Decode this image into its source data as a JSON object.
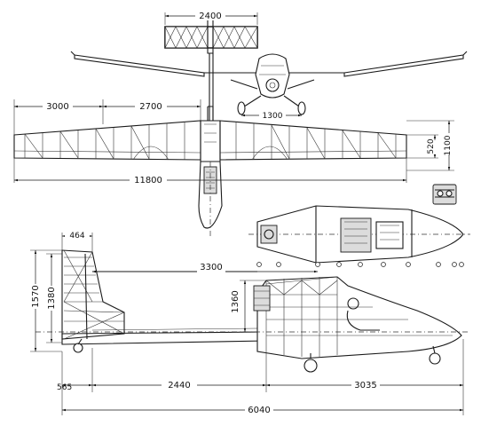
{
  "dimensions": {
    "tail_span": "2400",
    "wing_inner_left": "3000",
    "wing_inner_right": "2700",
    "wheel_track": "1300",
    "wing_chord_a": "520",
    "wing_chord_b": "1100",
    "wing_span": "11800",
    "fin_chord": "464",
    "fin_to_cockpit": "3300",
    "overall_height": "1570",
    "tail_height": "1380",
    "cockpit_height": "1360",
    "rear_overhang": "565",
    "tail_boom": "2440",
    "forward_section": "3035",
    "overall_length": "6040"
  }
}
